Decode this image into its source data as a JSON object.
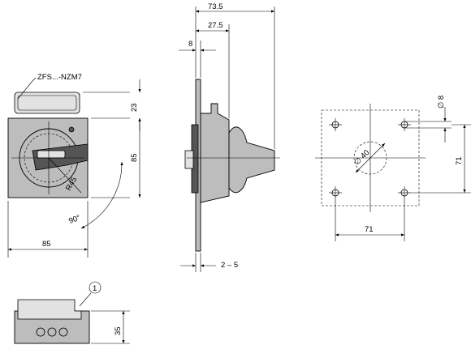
{
  "labels": {
    "type_ref": "ZFS...-NZM7",
    "front_height_top": "23",
    "front_height": "85",
    "front_width": "85",
    "rotation": "90°",
    "lock_rad": "R45",
    "side_total": "73.5",
    "side_mid": "27.5",
    "side_plate": "8",
    "side_gap": "2 – 5",
    "hole_dia": "∅ 8",
    "center_dia": "∅ 40",
    "hole_pitch_v": "71",
    "hole_pitch_h": "71",
    "callout_num": "1",
    "bottom_height": "35"
  },
  "colors": {
    "part_fill": "#bdbdbd",
    "dark_fill": "#555555",
    "light_fill": "#e2e2e2",
    "line": "#000000"
  }
}
